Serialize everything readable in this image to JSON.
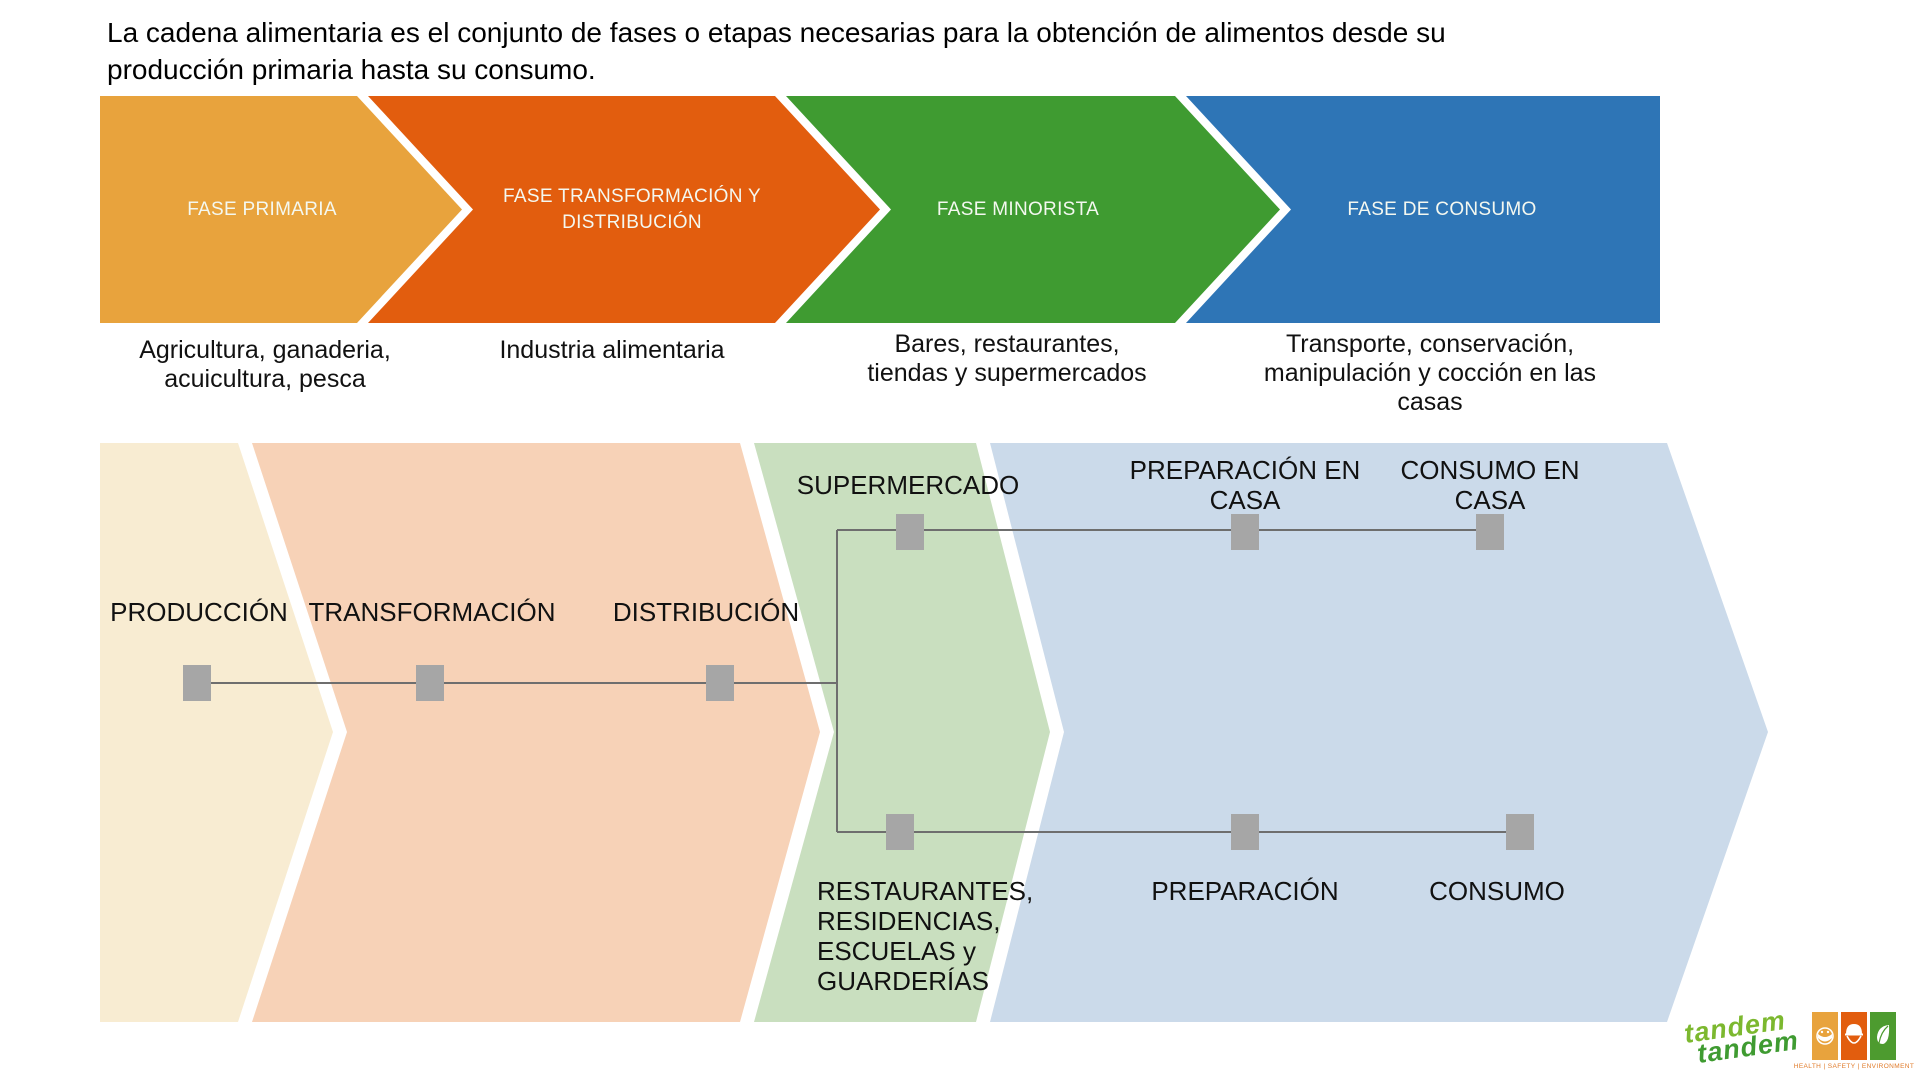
{
  "title": {
    "line1": "La cadena alimentaria es el conjunto de fases o etapas necesarias para la obtención de alimentos desde su",
    "line2": "producción primaria hasta su consumo."
  },
  "phases": {
    "0": {
      "label1": "FASE PRIMARIA",
      "label2": "",
      "color": "#E8A33D",
      "desc1": "Agricultura, ganaderia,",
      "desc2": "acuicultura, pesca",
      "desc3": ""
    },
    "1": {
      "label1": "FASE TRANSFORMACIÓN Y",
      "label2": "DISTRIBUCIÓN",
      "color": "#E25D0E",
      "desc1": "Industria alimentaria",
      "desc2": "",
      "desc3": ""
    },
    "2": {
      "label1": "FASE MINORISTA",
      "label2": "",
      "color": "#3F9B31",
      "desc1": "Bares, restaurantes,",
      "desc2": "tiendas y supermercados",
      "desc3": ""
    },
    "3": {
      "label1": "FASE DE CONSUMO",
      "label2": "",
      "color": "#2E75B6",
      "desc1": "Transporte, conservación,",
      "desc2": "manipulación y cocción en las",
      "desc3": "casas"
    }
  },
  "flow": {
    "produccion": "PRODUCCIÓN",
    "transformacion": "TRANSFORMACIÓN",
    "distribucion": "DISTRIBUCIÓN",
    "supermercado": "SUPERMERCADO",
    "preparacion_casa1": "PREPARACIÓN EN",
    "preparacion_casa2": "CASA",
    "consumo_casa1": "CONSUMO EN",
    "consumo_casa2": "CASA",
    "restaurantes1": "RESTAURANTES,",
    "restaurantes2": "RESIDENCIAS,",
    "restaurantes3": "ESCUELAS y",
    "restaurantes4": "GUARDERÍAS",
    "preparacion": "PREPARACIÓN",
    "consumo": "CONSUMO"
  },
  "colors": {
    "phase_light_1": "#F8ECD2",
    "phase_light_2": "#F7D2B7",
    "phase_light_3": "#C9DFBF",
    "phase_light_4": "#CBDAEA",
    "connector": "#6E6E6E",
    "node": "#A6A6A6",
    "logo_green_light": "#7CB82F",
    "logo_green_dark": "#3F9B31"
  },
  "logo": {
    "word1": "tandem",
    "word2": "tandem",
    "caption": "HEALTH  |  SAFETY  |  ENVIRONMENT"
  }
}
